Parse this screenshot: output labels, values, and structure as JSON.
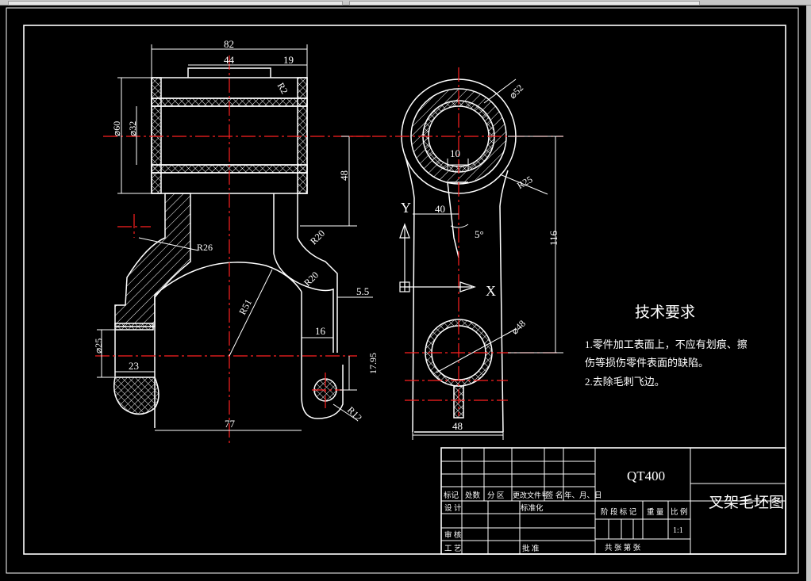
{
  "drawing": {
    "dimensions": {
      "d82": "82",
      "d44": "44",
      "d19": "19",
      "r2": "R2",
      "dia60": "⌀60",
      "dia32": "⌀32",
      "d48_left": "48",
      "r26": "R26",
      "r20_top": "R20",
      "r20_mid": "R20",
      "r51": "R51",
      "d5_5": "5.5",
      "d16": "16",
      "dia25": "⌀25",
      "d23": "23",
      "d17_95": "17.95",
      "r12": "R12",
      "d77": "77",
      "dia52": "⌀52",
      "d10": "10",
      "r25": "R25",
      "d40": "40",
      "deg5": "5°",
      "d116": "116",
      "dia48": "⌀48",
      "d48_bottom": "48"
    },
    "axes": {
      "y": "Y",
      "x": "X"
    },
    "tech_req": {
      "title": "技术要求",
      "line1": "1.零件加工表面上，不应有划痕、擦",
      "line2": "伤等损伤零件表面的缺陷。",
      "line3": "2.去除毛刺飞边。"
    },
    "title_block": {
      "material": "QT400",
      "drawing_name": "叉架毛坯图",
      "scale": "1:1",
      "h_mark": "标记",
      "h_count": "处数",
      "h_zone": "分 区",
      "h_docno": "更改文件号",
      "h_sign": "签 名",
      "h_date": "年、月、日",
      "design": "设 计",
      "standard": "标准化",
      "review": "审 核",
      "process": "工 艺",
      "approve": "批 准",
      "stage_mark": "阶 段 标 记",
      "weight": "重 量",
      "ratio": "比 例",
      "sheets": "共    张  第    张"
    }
  }
}
